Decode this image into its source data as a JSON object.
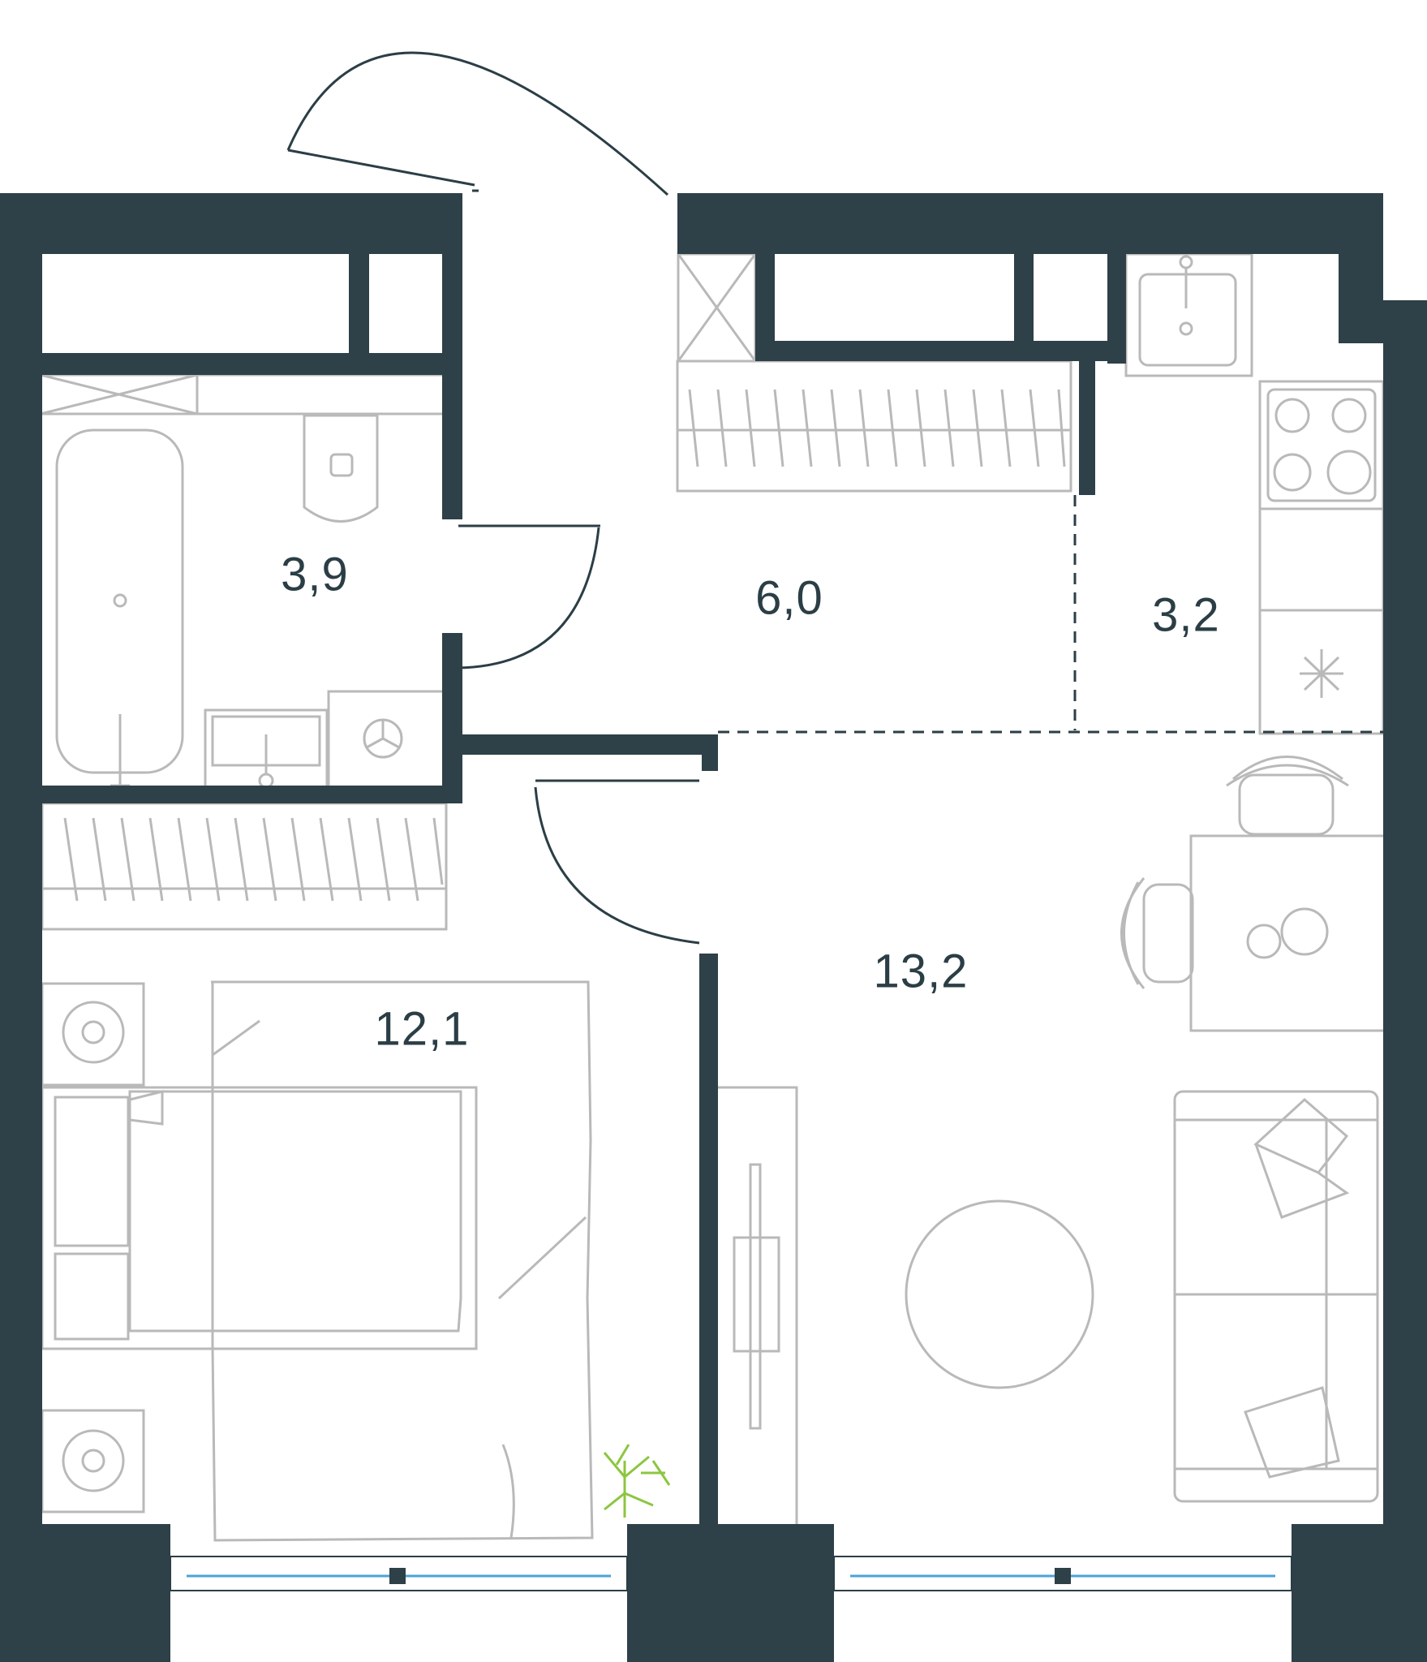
{
  "colors": {
    "wall": "#2e4048",
    "furniture": "#b9b9b9",
    "outline": "#2b3e46",
    "window": "#4aa3d8",
    "plant": "#8cc63f",
    "background": "#ffffff"
  },
  "rooms": [
    {
      "id": "bathroom",
      "area": "3,9"
    },
    {
      "id": "hallway",
      "area": "6,0"
    },
    {
      "id": "kitchen",
      "area": "3,2"
    },
    {
      "id": "living-room",
      "area": "13,2"
    },
    {
      "id": "bedroom",
      "area": "12,1"
    }
  ],
  "icons": [
    "bathtub-icon",
    "toilet-icon",
    "sink-icon",
    "washing-machine-icon",
    "stove-icon",
    "fridge-icon",
    "bed-icon",
    "sofa-icon",
    "dining-table-icon",
    "chair-icon",
    "tv-stand-icon",
    "round-rug-icon",
    "plant-icon",
    "wardrobe-icon",
    "window-icon",
    "door-icon",
    "nightstand-icon",
    "kitchen-sink-icon"
  ]
}
